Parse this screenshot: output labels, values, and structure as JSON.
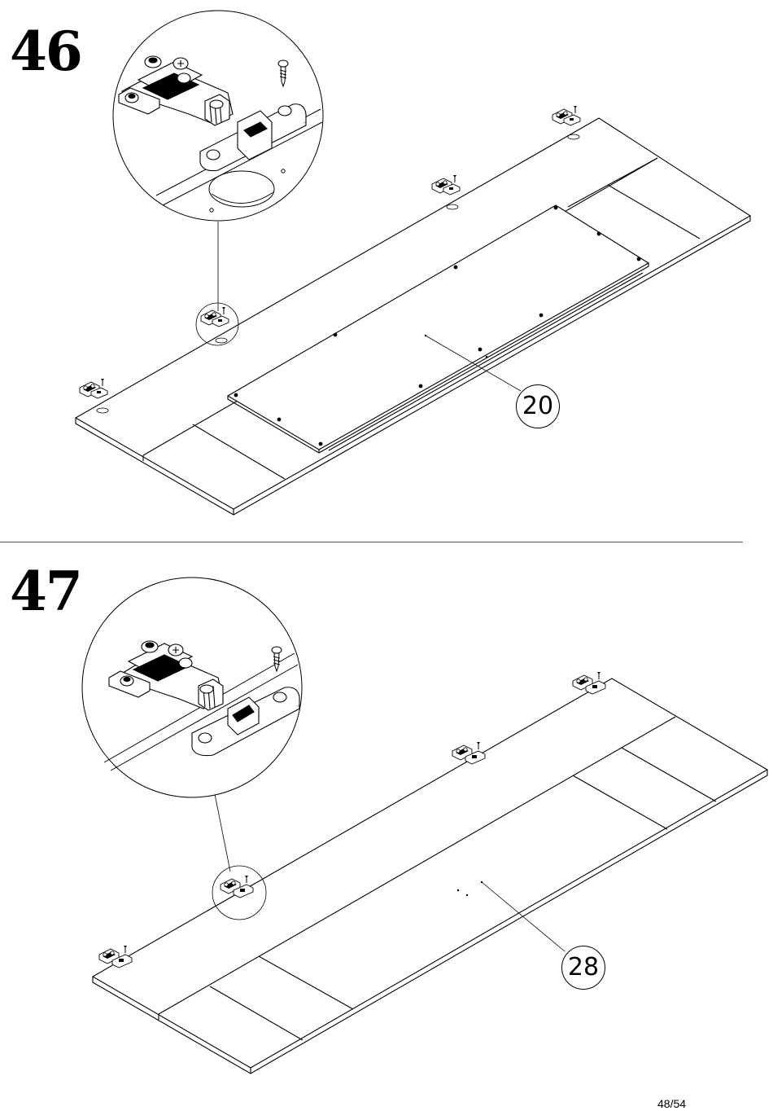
{
  "page": {
    "page_number": "48/54"
  },
  "steps": [
    {
      "number": "46",
      "part_label": "20"
    },
    {
      "number": "47",
      "part_label": "28"
    }
  ],
  "colors": {
    "line": "#000000",
    "background": "#ffffff",
    "divider": "#555555"
  }
}
